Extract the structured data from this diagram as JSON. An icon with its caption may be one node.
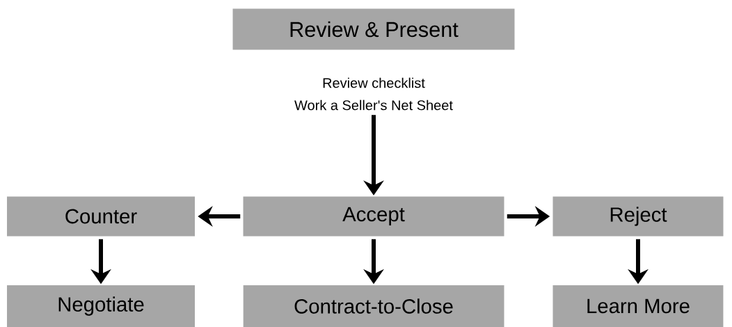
{
  "diagram": {
    "nodes": [
      {
        "text": [
          "Review & Present"
        ]
      },
      {
        "text": [
          "Review checklist",
          "Work a Seller's Net Sheet"
        ]
      },
      {
        "text": [
          "Counter"
        ]
      },
      {
        "text": [
          "Accept"
        ]
      },
      {
        "text": [
          "Reject"
        ]
      },
      {
        "text": [
          "Negotiate"
        ]
      },
      {
        "text": [
          "Contract-to-Close"
        ]
      },
      {
        "text": [
          "Learn More"
        ]
      }
    ],
    "edges": [
      {
        "from": 1,
        "to": 3,
        "arrow": "to"
      },
      {
        "from": 3,
        "to": 2,
        "arrow": "to"
      },
      {
        "from": 3,
        "to": 4,
        "arrow": "to"
      },
      {
        "from": 2,
        "to": 5,
        "arrow": "to"
      },
      {
        "from": 3,
        "to": 6,
        "arrow": "to"
      },
      {
        "from": 4,
        "to": 7,
        "arrow": "to"
      }
    ]
  }
}
